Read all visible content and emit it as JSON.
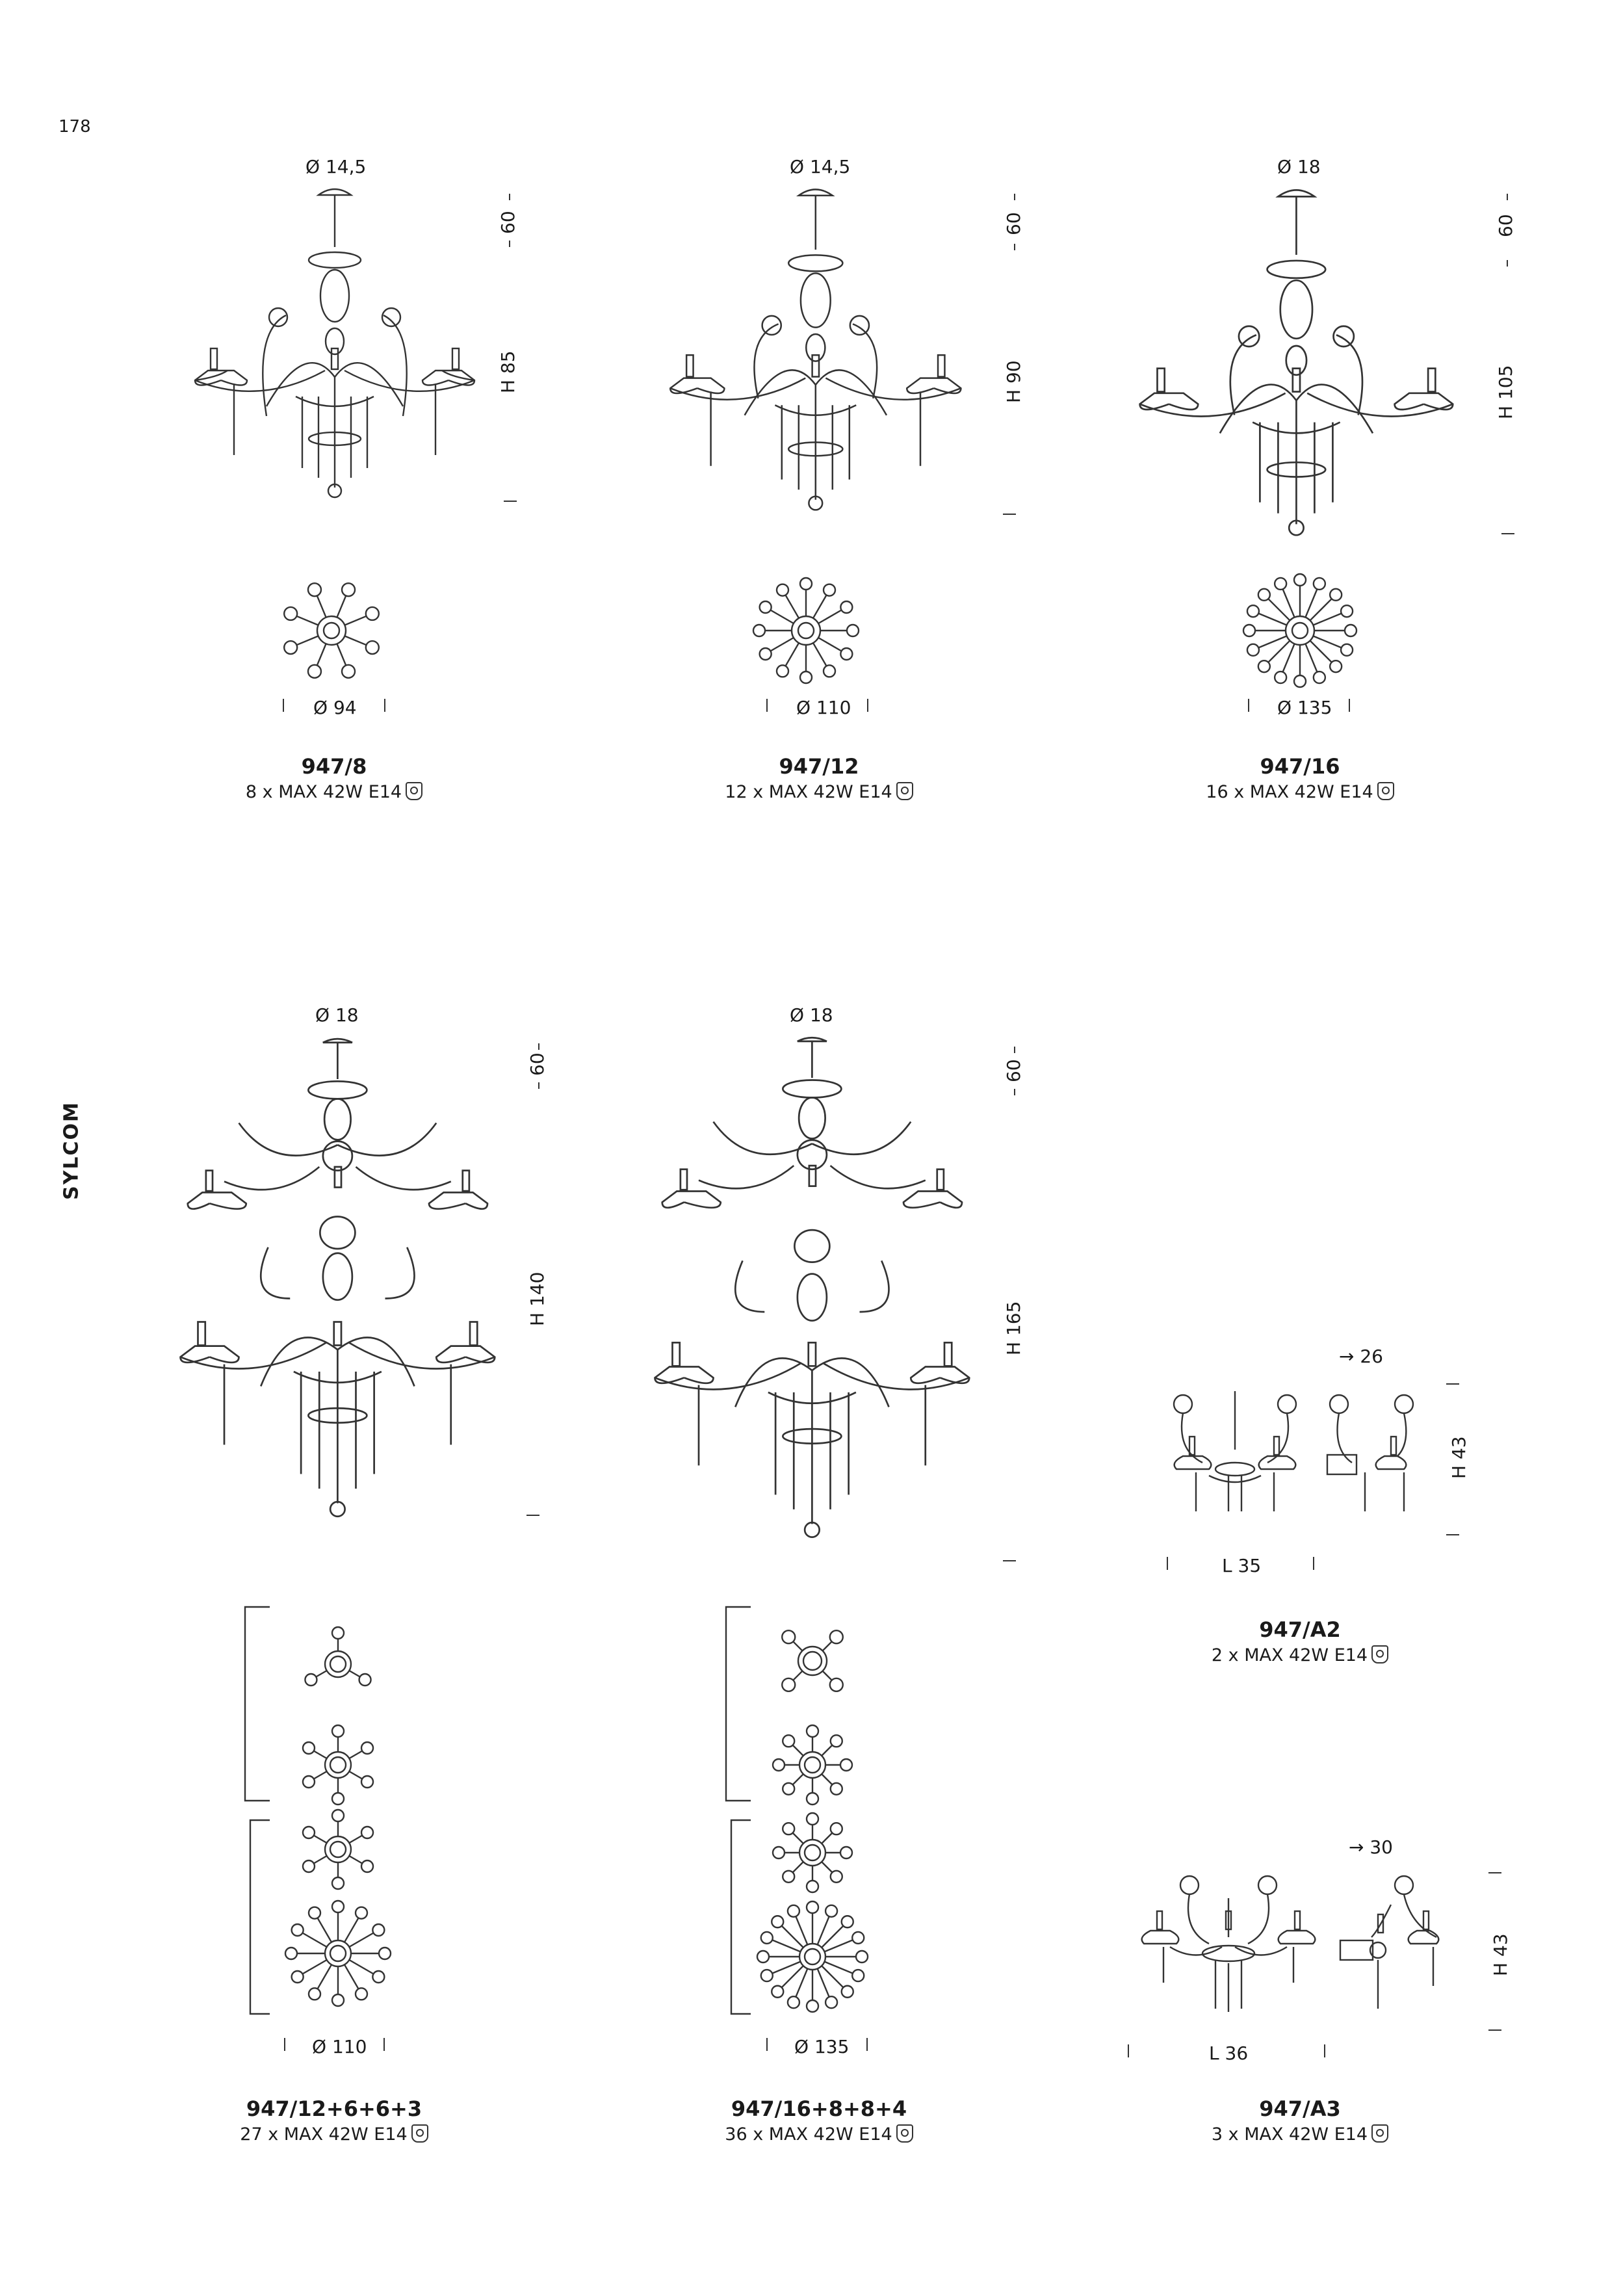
{
  "page_number": "178",
  "brand": "SYLCOM",
  "products": [
    {
      "code": "947/8",
      "spec": "8 x MAX 42W E14",
      "top_diameter": "Ø 14,5",
      "chain": "60",
      "height": "H 85",
      "width": "Ø 94"
    },
    {
      "code": "947/12",
      "spec": "12 x MAX 42W E14",
      "top_diameter": "Ø 14,5",
      "chain": "60",
      "height": "H 90",
      "width": "Ø 110"
    },
    {
      "code": "947/16",
      "spec": "16 x MAX 42W E14",
      "top_diameter": "Ø 18",
      "chain": "60",
      "height": "H 105",
      "width": "Ø 135"
    },
    {
      "code": "947/12+6+6+3",
      "spec": "27 x MAX 42W E14",
      "top_diameter": "Ø 18",
      "chain": "60",
      "height": "H 140",
      "width": "Ø 110"
    },
    {
      "code": "947/16+8+8+4",
      "spec": "36 x MAX 42W E14",
      "top_diameter": "Ø 18",
      "chain": "60",
      "height": "H 165",
      "width": "Ø 135"
    },
    {
      "code": "947/A2",
      "spec": "2 x MAX 42W E14",
      "depth": "→ 26",
      "height": "H 43",
      "width": "L 35"
    },
    {
      "code": "947/A3",
      "spec": "3 x MAX 42W E14",
      "depth": "→ 30",
      "height": "H 43",
      "width": "L 36"
    }
  ],
  "icons": {
    "certification": "certification-mark-icon"
  }
}
